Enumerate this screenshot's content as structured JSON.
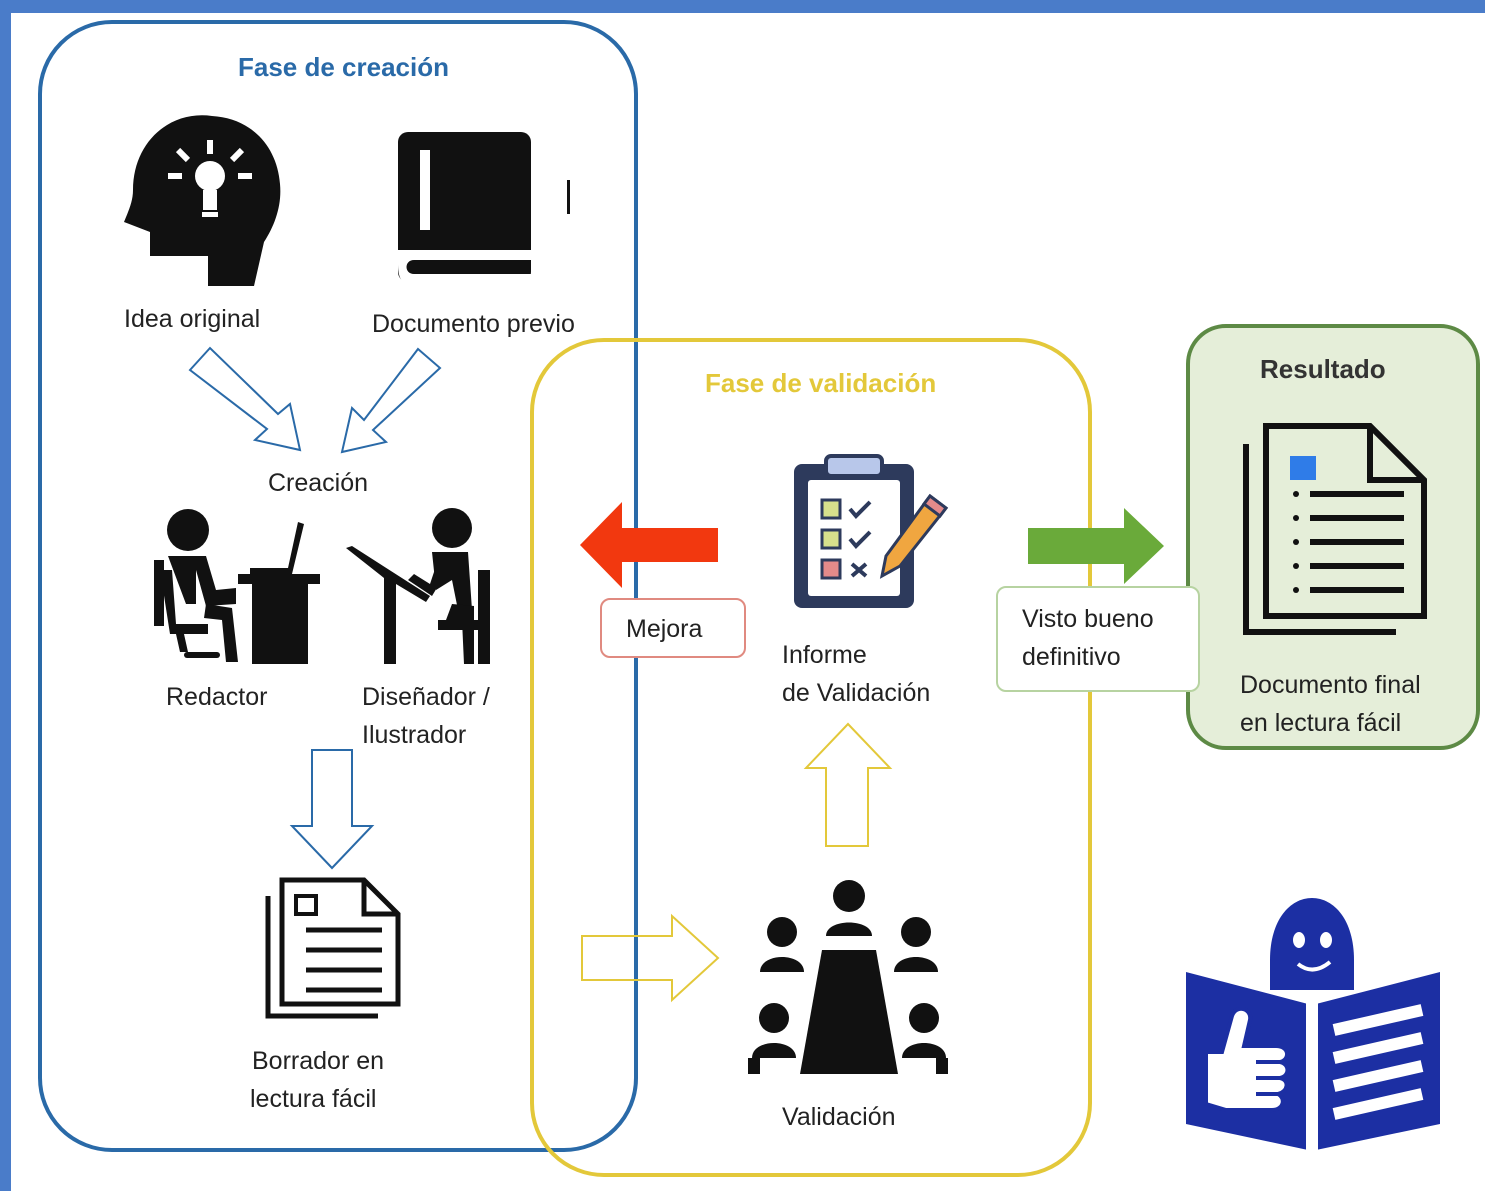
{
  "phases": {
    "creation": {
      "title": "Fase de creación",
      "color": "#2a6aa8"
    },
    "validation": {
      "title": "Fase de validación",
      "color": "#e3c83a"
    },
    "result": {
      "title": "Resultado",
      "color": "#5d8a45",
      "fill": "#e5eed9"
    }
  },
  "nodes": {
    "idea_original": "Idea original",
    "documento_previo": "Documento previo",
    "creacion": "Creación",
    "redactor": "Redactor",
    "disenador_l1": "Diseñador /",
    "disenador_l2": "Ilustrador",
    "borrador_l1": "Borrador en",
    "borrador_l2": "lectura fácil",
    "informe_l1": "Informe",
    "informe_l2": "de Validación",
    "validacion": "Validación",
    "documento_final_l1": "Documento final",
    "documento_final_l2": "en lectura fácil"
  },
  "tags": {
    "mejora": "Mejora",
    "visto_bueno_l1": "Visto bueno",
    "visto_bueno_l2": "definitivo"
  },
  "colors": {
    "frame": "#4a7cc9",
    "mejora_arrow": "#f2380f",
    "visto_bueno_arrow": "#6aaa3a",
    "easy_read_logo": "#1c2fa3",
    "creation_arrows": "#2a6aa8",
    "validation_arrows": "#e3c83a"
  },
  "icons": [
    "head-lightbulb-icon",
    "book-icon",
    "writer-at-desk-icon",
    "designer-at-drafting-table-icon",
    "document-icon",
    "checklist-clipboard-icon",
    "meeting-group-icon",
    "easy-read-logo-icon"
  ]
}
